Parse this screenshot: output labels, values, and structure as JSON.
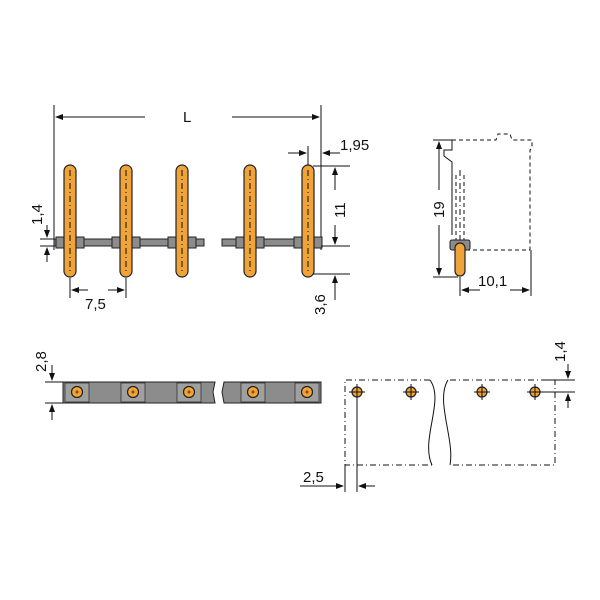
{
  "colors": {
    "pin": "#f0a338",
    "housing": "#8c8c8c",
    "line": "#111111"
  },
  "dimensions": {
    "length": "L",
    "pin_offset_top": "1,95",
    "housing_thickness": "1,4",
    "pin_length_top": "11",
    "pitch": "7,5",
    "pin_length_bottom": "3,6",
    "overall_height": "19",
    "depth": "10,1",
    "strip_height": "2,8",
    "hole_offset_vertical": "1,4",
    "hole_offset_horizontal": "2,5"
  }
}
